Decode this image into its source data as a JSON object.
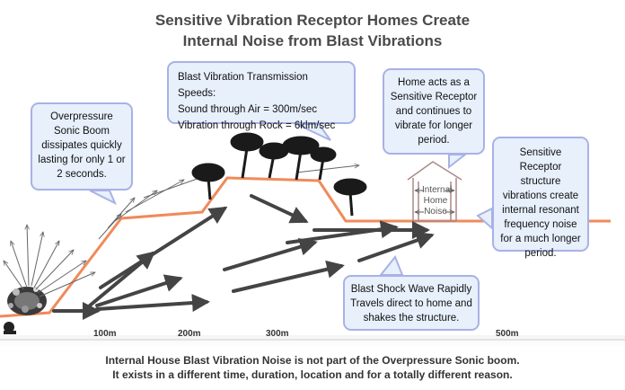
{
  "title": {
    "line1": "Sensitive Vibration Receptor Homes Create",
    "line2": "Internal Noise from Blast Vibrations"
  },
  "callouts": {
    "overpressure": "Overpressure Sonic Boom dissipates quickly lasting for only 1 or 2 seconds.",
    "speeds_line1": "Blast Vibration Transmission Speeds:",
    "speeds_line2": "Sound through Air = 300m/sec",
    "speeds_line3": "Vibration through Rock = 6klm/sec",
    "home_receptor": "Home acts as a Sensitive Receptor and continues to vibrate for longer period.",
    "structure": "Sensitive Receptor structure vibrations create internal resonant frequency noise for a much longer period.",
    "shockwave": "Blast Shock Wave Rapidly Travels direct to home and shakes the structure."
  },
  "house_label": {
    "line1": "Internal",
    "line2": "Home",
    "line3": "Noise"
  },
  "distance_ticks": [
    "100m",
    "200m",
    "300m",
    "500m"
  ],
  "caption": {
    "line1": "Internal House Blast Vibration Noise is not part of the Overpressure Sonic boom.",
    "line2": "It exists in a different time, duration, location and for a totally different reason."
  },
  "colors": {
    "terrain_line": "#f08a5a",
    "callout_fill": "#e7f0fb",
    "callout_border": "#a8b2e6",
    "arrow": "#444444"
  }
}
